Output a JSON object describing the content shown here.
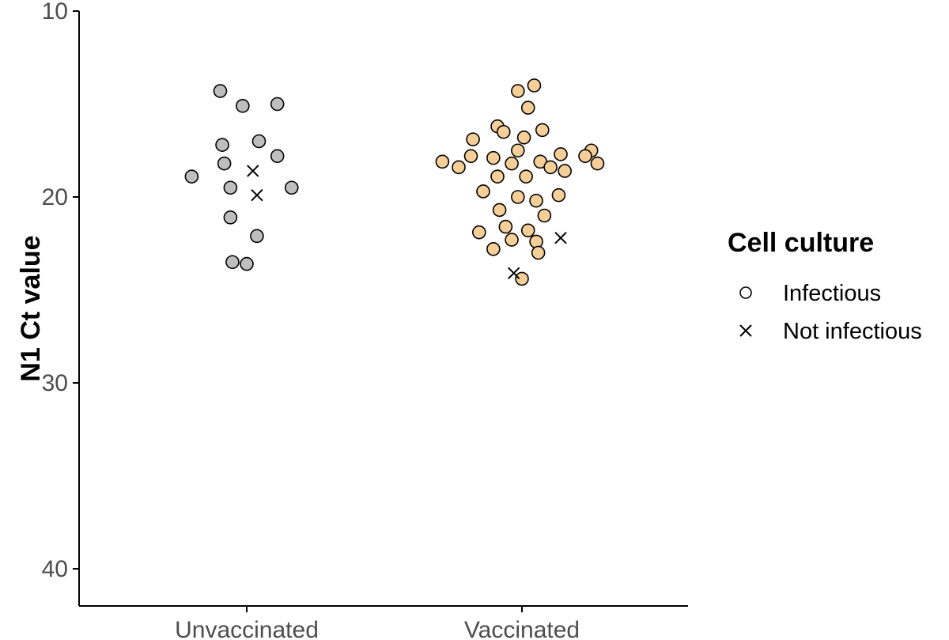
{
  "chart_data": {
    "type": "scatter",
    "ylabel": "N1 Ct value",
    "xlabel": "",
    "ylim": [
      42,
      10
    ],
    "y_reversed": true,
    "y_ticks": [
      10,
      20,
      30,
      40
    ],
    "grid": false,
    "categories": [
      "Unvaccinated",
      "Vaccinated"
    ],
    "colors": {
      "Unvaccinated": "#bebebe",
      "Vaccinated": "#f5cf97",
      "stroke": "#000000"
    },
    "legend": {
      "title": "Cell culture",
      "position": "right",
      "items": [
        {
          "label": "Infectious",
          "shape": "circle"
        },
        {
          "label": "Not infectious",
          "shape": "cross"
        }
      ]
    },
    "series": [
      {
        "category": "Unvaccinated",
        "infectious": [
          {
            "x": -0.13,
            "y": 14.3
          },
          {
            "x": -0.02,
            "y": 15.1
          },
          {
            "x": 0.15,
            "y": 15.0
          },
          {
            "x": 0.06,
            "y": 17.0
          },
          {
            "x": -0.12,
            "y": 17.2
          },
          {
            "x": -0.11,
            "y": 18.2
          },
          {
            "x": 0.15,
            "y": 17.8
          },
          {
            "x": -0.27,
            "y": 18.9
          },
          {
            "x": -0.08,
            "y": 19.5
          },
          {
            "x": 0.22,
            "y": 19.5
          },
          {
            "x": -0.08,
            "y": 21.1
          },
          {
            "x": 0.05,
            "y": 22.1
          },
          {
            "x": -0.07,
            "y": 23.5
          },
          {
            "x": 0.0,
            "y": 23.6
          }
        ],
        "not_infectious": [
          {
            "x": 0.03,
            "y": 18.6
          },
          {
            "x": 0.05,
            "y": 19.9
          }
        ]
      },
      {
        "category": "Vaccinated",
        "infectious": [
          {
            "x": 0.06,
            "y": 14.0
          },
          {
            "x": -0.02,
            "y": 14.3
          },
          {
            "x": 0.03,
            "y": 15.2
          },
          {
            "x": -0.12,
            "y": 16.2
          },
          {
            "x": -0.09,
            "y": 16.5
          },
          {
            "x": 0.1,
            "y": 16.4
          },
          {
            "x": -0.24,
            "y": 16.9
          },
          {
            "x": 0.01,
            "y": 16.8
          },
          {
            "x": -0.02,
            "y": 17.5
          },
          {
            "x": -0.25,
            "y": 17.8
          },
          {
            "x": 0.19,
            "y": 17.7
          },
          {
            "x": 0.34,
            "y": 17.5
          },
          {
            "x": 0.31,
            "y": 17.8
          },
          {
            "x": -0.39,
            "y": 18.1
          },
          {
            "x": -0.31,
            "y": 18.4
          },
          {
            "x": -0.14,
            "y": 17.9
          },
          {
            "x": -0.05,
            "y": 18.2
          },
          {
            "x": 0.09,
            "y": 18.1
          },
          {
            "x": 0.14,
            "y": 18.4
          },
          {
            "x": 0.21,
            "y": 18.6
          },
          {
            "x": 0.37,
            "y": 18.2
          },
          {
            "x": -0.12,
            "y": 18.9
          },
          {
            "x": 0.02,
            "y": 18.9
          },
          {
            "x": -0.19,
            "y": 19.7
          },
          {
            "x": -0.02,
            "y": 20.0
          },
          {
            "x": 0.18,
            "y": 19.9
          },
          {
            "x": 0.07,
            "y": 20.2
          },
          {
            "x": -0.11,
            "y": 20.7
          },
          {
            "x": 0.11,
            "y": 21.0
          },
          {
            "x": -0.08,
            "y": 21.6
          },
          {
            "x": -0.21,
            "y": 21.9
          },
          {
            "x": 0.03,
            "y": 21.8
          },
          {
            "x": -0.05,
            "y": 22.3
          },
          {
            "x": 0.07,
            "y": 22.4
          },
          {
            "x": -0.14,
            "y": 22.8
          },
          {
            "x": 0.08,
            "y": 23.0
          },
          {
            "x": 0.0,
            "y": 24.4
          }
        ],
        "not_infectious": [
          {
            "x": 0.19,
            "y": 22.2
          },
          {
            "x": -0.04,
            "y": 24.1
          }
        ]
      }
    ]
  }
}
